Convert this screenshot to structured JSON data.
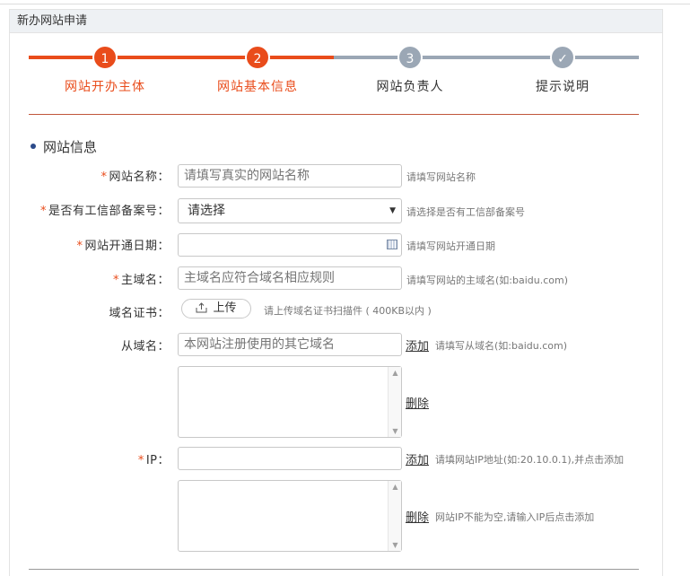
{
  "panel": {
    "title": "新办网站申请"
  },
  "steps": [
    {
      "number": "1",
      "label": "网站开办主体"
    },
    {
      "number": "2",
      "label": "网站基本信息"
    },
    {
      "number": "3",
      "label": "网站负责人"
    },
    {
      "number": "✓",
      "label": "提示说明"
    }
  ],
  "section": {
    "title": "网站信息"
  },
  "form": {
    "required_mark": "*",
    "site_name": {
      "label": "网站名称：",
      "placeholder": "请填写真实的网站名称",
      "hint": "请填写网站名称"
    },
    "miit_record": {
      "label": "是否有工信部备案号：",
      "value": "请选择",
      "hint": "请选择是否有工信部备案号"
    },
    "open_date": {
      "label": "网站开通日期：",
      "value": "",
      "hint": "请填写网站开通日期"
    },
    "main_domain": {
      "label": "主域名：",
      "placeholder": "主域名应符合域名相应规则",
      "hint": "请填写网站的主域名(如:baidu.com)"
    },
    "domain_cert": {
      "label": "域名证书：",
      "button": "上传",
      "hint": "请上传域名证书扫描件 ( 400KB以内 )"
    },
    "sub_domain": {
      "label": "从域名：",
      "placeholder": "本网站注册使用的其它域名",
      "add": "添加",
      "hint": "请填写从域名(如:baidu.com)",
      "delete": "删除"
    },
    "ip": {
      "label": "IP：",
      "value": "",
      "add": "添加",
      "hint": "请填网站IP地址(如:20.10.0.1),并点击添加",
      "delete": "删除",
      "delete_hint": "网站IP不能为空,请输入IP后点击添加"
    }
  },
  "icons": {
    "upload": "upload-icon",
    "calendar": "calendar-icon",
    "select_arrow": "caret-down-icon"
  },
  "colors": {
    "accent": "#e94c1b",
    "pending": "#9ba7b5"
  }
}
